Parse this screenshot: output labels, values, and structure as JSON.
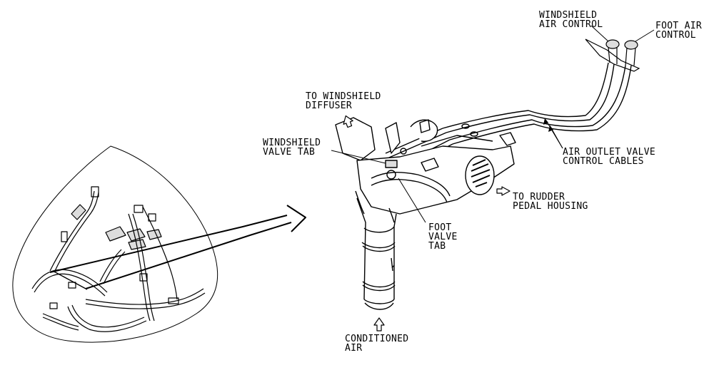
{
  "labels": {
    "windshield_air_control": [
      "WINDSHIELD",
      "AIR CONTROL"
    ],
    "foot_air_control": [
      "FOOT AIR",
      "CONTROL"
    ],
    "to_windshield_diffuser": [
      "TO WINDSHIELD",
      "DIFFUSER"
    ],
    "windshield_valve_tab": [
      "WINDSHIELD",
      "VALVE TAB"
    ],
    "air_outlet_valve_control_cables": [
      "AIR OUTLET VALVE",
      "CONTROL CABLES"
    ],
    "to_rudder_pedal_housing": [
      "TO RUDDER",
      "PEDAL HOUSING"
    ],
    "foot_valve_tab": [
      "FOOT",
      "VALVE",
      "TAB"
    ],
    "conditioned_air": [
      "CONDITIONED",
      "AIR"
    ]
  },
  "colors": {
    "ink": "#000000",
    "paper": "#ffffff",
    "shade": "#d9d9d9"
  }
}
